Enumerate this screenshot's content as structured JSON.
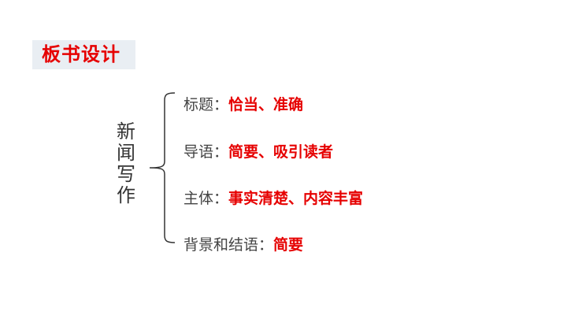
{
  "title": "板书设计",
  "topic": [
    "新",
    "闻",
    "写",
    "作"
  ],
  "items": [
    {
      "label": "标题：",
      "value": "恰当、准确"
    },
    {
      "label": "导语：",
      "value": "简要、吸引读者"
    },
    {
      "label": "主体：",
      "value": "事实清楚、内容丰富"
    },
    {
      "label": "背景和结语：",
      "value": "简要"
    }
  ],
  "colors": {
    "accent": "#e60000",
    "text": "#444444",
    "title_bg": "#e9eef3"
  }
}
